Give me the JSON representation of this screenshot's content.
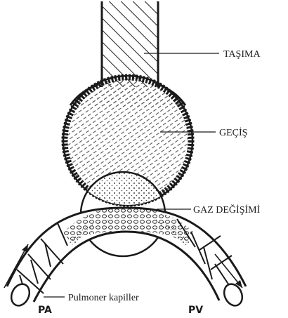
{
  "labels": {
    "transport": "TAŞIMA",
    "transition": "GEÇİŞ",
    "gas_exchange": "GAZ DEĞİŞİMİ",
    "capillary": "Pulmoner kapiller",
    "pa": "PA",
    "pv": "PV"
  },
  "colors": {
    "ink": "#1a1a1a",
    "background": "#ffffff",
    "stipple": "#6a6a6a"
  }
}
